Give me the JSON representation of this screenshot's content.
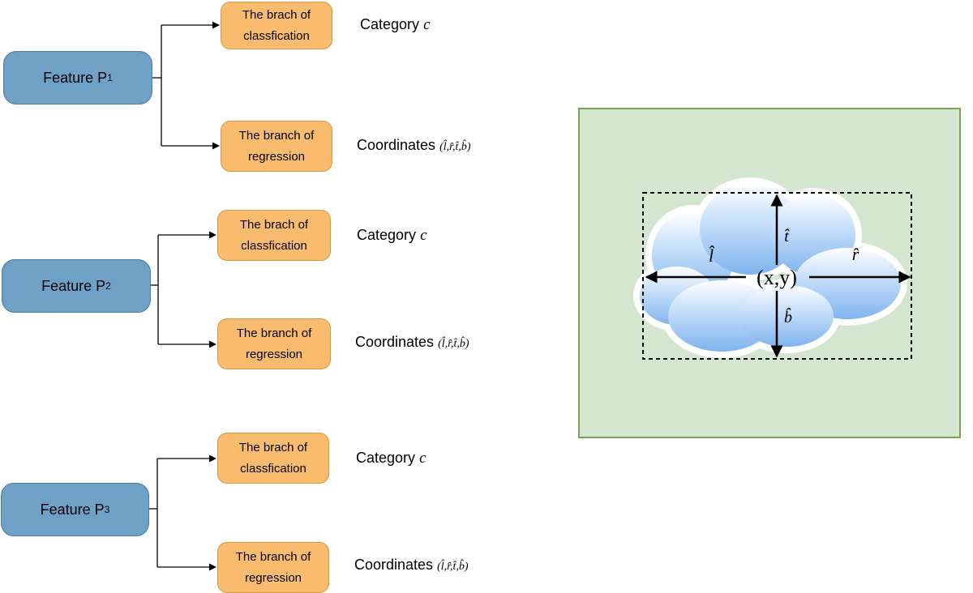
{
  "groups": [
    {
      "feature": {
        "label": "Feature P",
        "sub": "1"
      },
      "classification": {
        "line1": "The brach of",
        "line2": "classfication"
      },
      "category": {
        "text": "Category",
        "var": "c"
      },
      "regression": {
        "line1": "The branch of",
        "line2": "regression"
      },
      "coordinates": {
        "text": "Coordinates",
        "tuple": "(l̂,r̂,t̂,b̂)"
      }
    },
    {
      "feature": {
        "label": "Feature P",
        "sub": "2"
      },
      "classification": {
        "line1": "The brach of",
        "line2": "classfication"
      },
      "category": {
        "text": "Category",
        "var": "c"
      },
      "regression": {
        "line1": "The branch of",
        "line2": "regression"
      },
      "coordinates": {
        "text": "Coordinates",
        "tuple": "(l̂,r̂,t̂,b̂)"
      }
    },
    {
      "feature": {
        "label": "Feature P",
        "sub": "3"
      },
      "classification": {
        "line1": "The brach of",
        "line2": "classfication"
      },
      "category": {
        "text": "Category",
        "var": "c"
      },
      "regression": {
        "line1": "The branch of",
        "line2": "regression"
      },
      "coordinates": {
        "text": "Coordinates",
        "tuple": "(l̂,r̂,t̂,b̂)"
      }
    }
  ],
  "bbox_illustration": {
    "center_label": "(x,y)",
    "left_label": "l̂",
    "right_label": "r̂",
    "top_label": "t̂",
    "bottom_label": "b̂"
  },
  "colors": {
    "feature_fill": "#6fa0c6",
    "branch_fill": "#f9bc6e",
    "panel_fill": "#d4e6cf",
    "panel_border": "#7aa35b",
    "cloud_top": "#ffffff",
    "cloud_bottom": "#7fb4ee"
  }
}
